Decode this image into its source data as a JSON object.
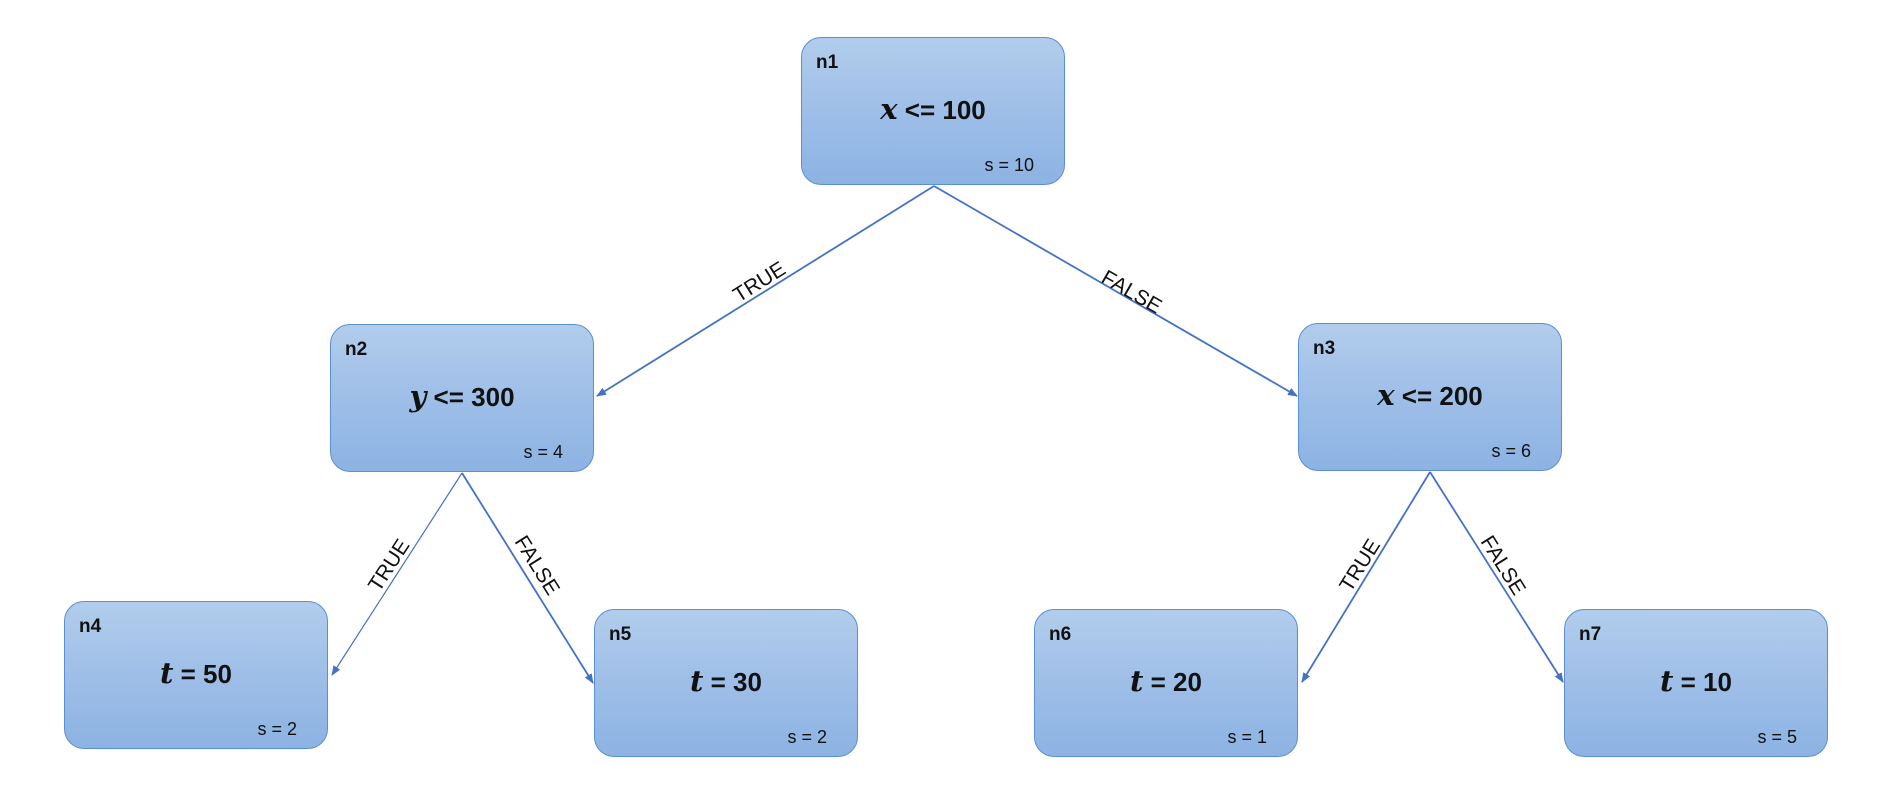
{
  "colors": {
    "node_fill_top": "#b2cdec",
    "node_fill_bottom": "#8db3e3",
    "node_border": "#5b8fd2",
    "edge": "#4472c4"
  },
  "nodes": [
    {
      "id": "n1",
      "var": "x",
      "cond": " <= 100",
      "size": "s = 10"
    },
    {
      "id": "n2",
      "var": "y",
      "cond": " <= 300",
      "size": "s = 4"
    },
    {
      "id": "n3",
      "var": "x",
      "cond": " <= 200",
      "size": "s = 6"
    },
    {
      "id": "n4",
      "var": "t",
      "cond": " = 50",
      "size": "s = 2"
    },
    {
      "id": "n5",
      "var": "t",
      "cond": " = 30",
      "size": "s = 2"
    },
    {
      "id": "n6",
      "var": "t",
      "cond": " = 20",
      "size": "s = 1"
    },
    {
      "id": "n7",
      "var": "t",
      "cond": " = 10",
      "size": "s = 5"
    }
  ],
  "edges": [
    {
      "from": "n1",
      "to": "n2",
      "label": "TRUE"
    },
    {
      "from": "n1",
      "to": "n3",
      "label": "FALSE"
    },
    {
      "from": "n2",
      "to": "n4",
      "label": "TRUE"
    },
    {
      "from": "n2",
      "to": "n5",
      "label": "FALSE"
    },
    {
      "from": "n3",
      "to": "n6",
      "label": "TRUE"
    },
    {
      "from": "n3",
      "to": "n7",
      "label": "FALSE"
    }
  ]
}
